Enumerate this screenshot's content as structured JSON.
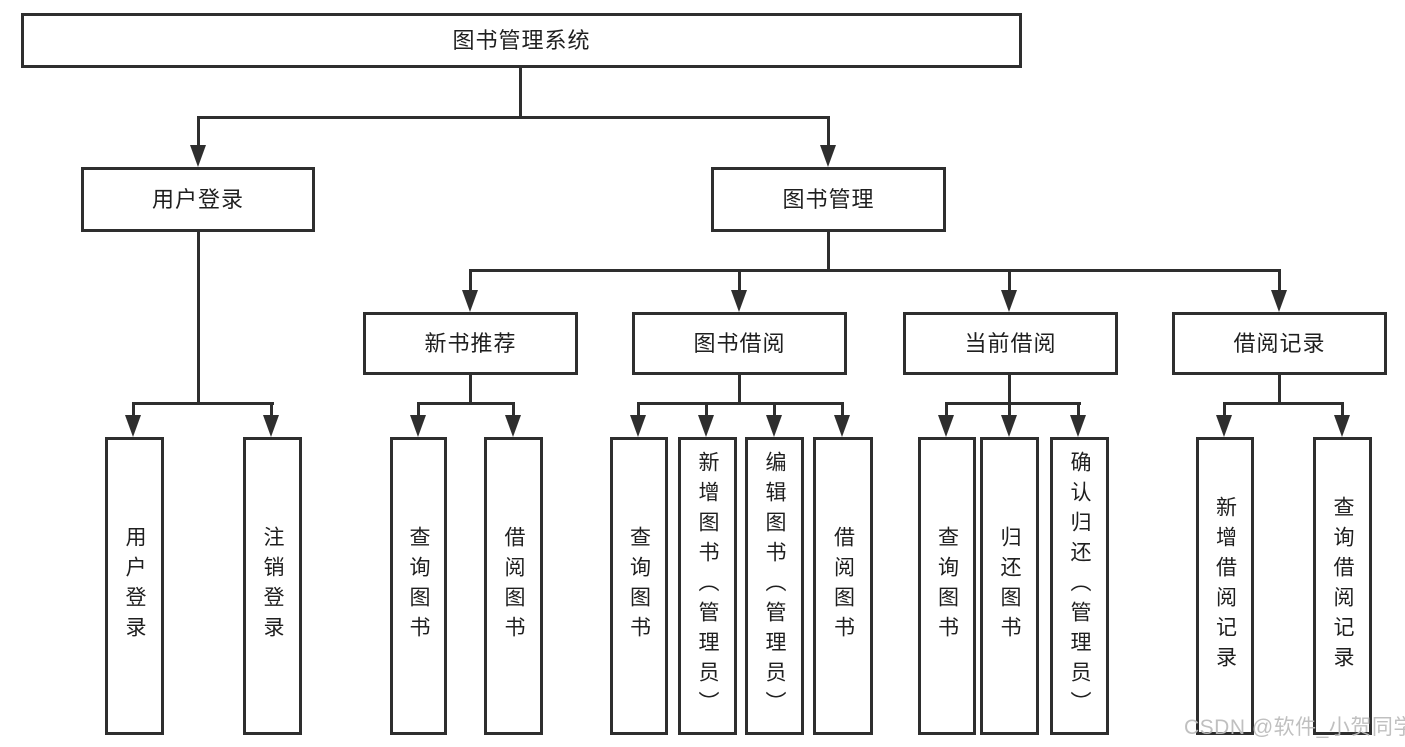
{
  "diagram_type": "hierarchy-tree",
  "colors": {
    "line": "#2e2e2e",
    "box_border": "#2e2e2e",
    "box_background": "#ffffff",
    "text": "#1f1f1f",
    "watermark": "#bdbdbd"
  },
  "tree": {
    "label": "图书管理系统",
    "children": [
      {
        "label": "用户登录",
        "children": [
          {
            "label": "用户登录"
          },
          {
            "label": "注销登录"
          }
        ]
      },
      {
        "label": "图书管理",
        "children": [
          {
            "label": "新书推荐",
            "children": [
              {
                "label": "查询图书"
              },
              {
                "label": "借阅图书"
              }
            ]
          },
          {
            "label": "图书借阅",
            "children": [
              {
                "label": "查询图书"
              },
              {
                "label": "新增图书（管理员）"
              },
              {
                "label": "编辑图书（管理员）"
              },
              {
                "label": "借阅图书"
              }
            ]
          },
          {
            "label": "当前借阅",
            "children": [
              {
                "label": "查询图书"
              },
              {
                "label": "归还图书"
              },
              {
                "label": "确认归还（管理员）"
              }
            ]
          },
          {
            "label": "借阅记录",
            "children": [
              {
                "label": "新增借阅记录"
              },
              {
                "label": "查询借阅记录"
              }
            ]
          }
        ]
      }
    ]
  },
  "watermark": {
    "text": "CSDN @软件_小贺同学"
  }
}
